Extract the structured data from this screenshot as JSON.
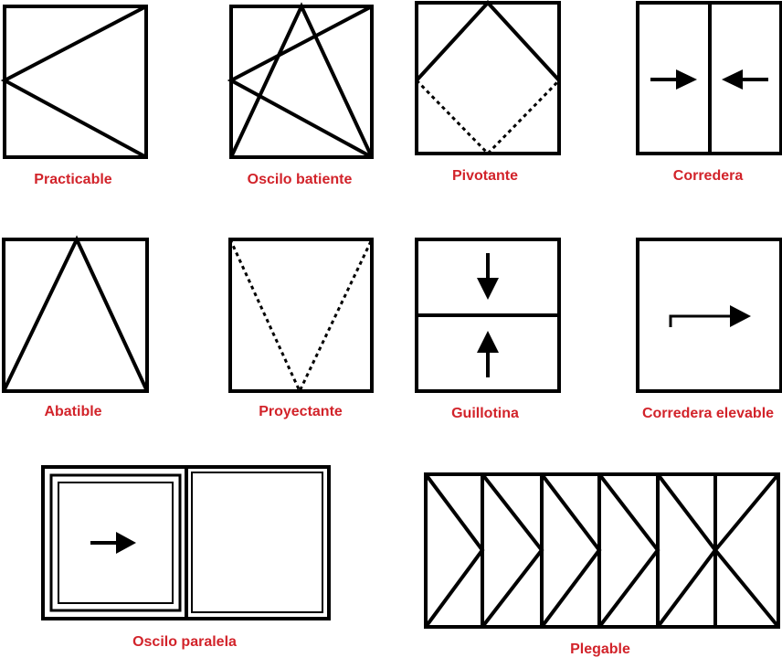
{
  "symbols": [
    {
      "id": "practicable",
      "label": "Practicable"
    },
    {
      "id": "oscilo-batiente",
      "label": "Oscilo batiente"
    },
    {
      "id": "pivotante",
      "label": "Pivotante"
    },
    {
      "id": "corredera",
      "label": "Corredera"
    },
    {
      "id": "abatible",
      "label": "Abatible"
    },
    {
      "id": "proyectante",
      "label": "Proyectante"
    },
    {
      "id": "guillotina",
      "label": "Guillotina"
    },
    {
      "id": "corredera-elevable",
      "label": "Corredera elevable"
    },
    {
      "id": "oscilo-paralela",
      "label": "Oscilo paralela"
    },
    {
      "id": "plegable",
      "label": "Plegable"
    }
  ],
  "colors": {
    "label": "#d2232a",
    "line": "#000000",
    "background": "#ffffff"
  }
}
